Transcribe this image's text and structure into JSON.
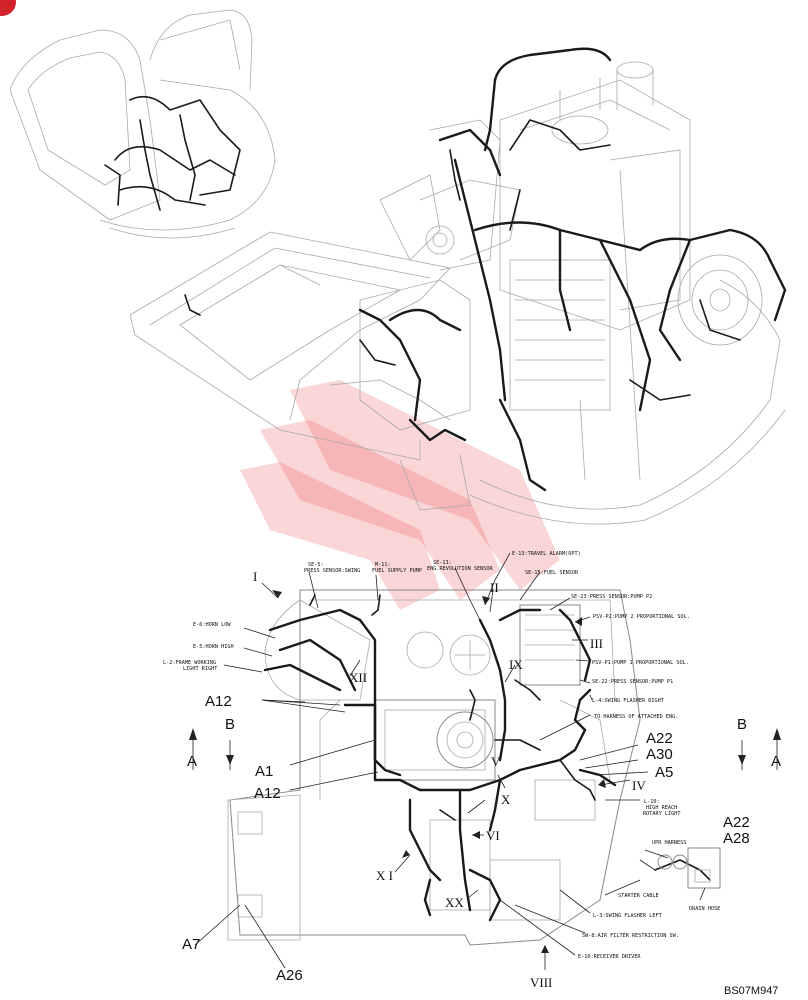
{
  "labels": {
    "A1": "A1",
    "A5": "A5",
    "A7": "A7",
    "A12a": "A12",
    "A12b": "A12",
    "A22a": "A22",
    "A22b": "A22",
    "A26": "A26",
    "A28": "A28",
    "A30": "A30",
    "B_left": "B",
    "B_right": "B",
    "A_left": "A",
    "A_right": "A"
  },
  "roman": {
    "I": "I",
    "II": "II",
    "III": "III",
    "IV": "IV",
    "V": "V",
    "VI": "VI",
    "VIII": "VIII",
    "IX": "IX",
    "X": "X",
    "XI": "X I",
    "XII": "XII",
    "XX": "XX"
  },
  "callouts": {
    "se5a": "SE-5:",
    "se5b": "PRESS SENSOR:SWING",
    "m11a": "M-11:",
    "m11b": "FUEL SUPPLY PUMP",
    "se13a": "SE-13:",
    "se13b": "ENG.REVOLUTION SENSOR",
    "e13": "E-13:TRAVEL ALARM(OPT)",
    "se15": "SE-15:FUEL SENSOR",
    "se23": "SE-23:PRESS SENSOR:PUMP P2",
    "psvp2": "PSV-P2:PUMP 2 PROPORTIONAL SOL.",
    "e6": "E-6:HORN LOW",
    "e5": "E-5:HORN HIGH",
    "l2a": "L-2:FRAME WORKING",
    "l2b": "LIGHT RIGHT",
    "psvp1": "PSV-P1:PUMP 1 PROPORTIONAL SOL.",
    "se22": "SE-22:PRESS SENSOR:PUMP P1",
    "l4": "L-4:SWING FLASHER RIGHT",
    "harness": "TO HARNESS OF ATTACHED ENG.",
    "l10a": "L-10:",
    "l10b": "HIGH REACH",
    "l10c": "ROTARY LIGHT",
    "upr": "UPR HARNESS",
    "starter": "STARTER CABLE",
    "drain": "DRAIN HOSE",
    "l3": "L-3:SWING FLASHER LEFT",
    "sw8": "SW-8:AIR FILTER RESTRICTION SW.",
    "e10": "E-10:RECEIVER DRIVER"
  },
  "drawing_code": "BS07M947"
}
